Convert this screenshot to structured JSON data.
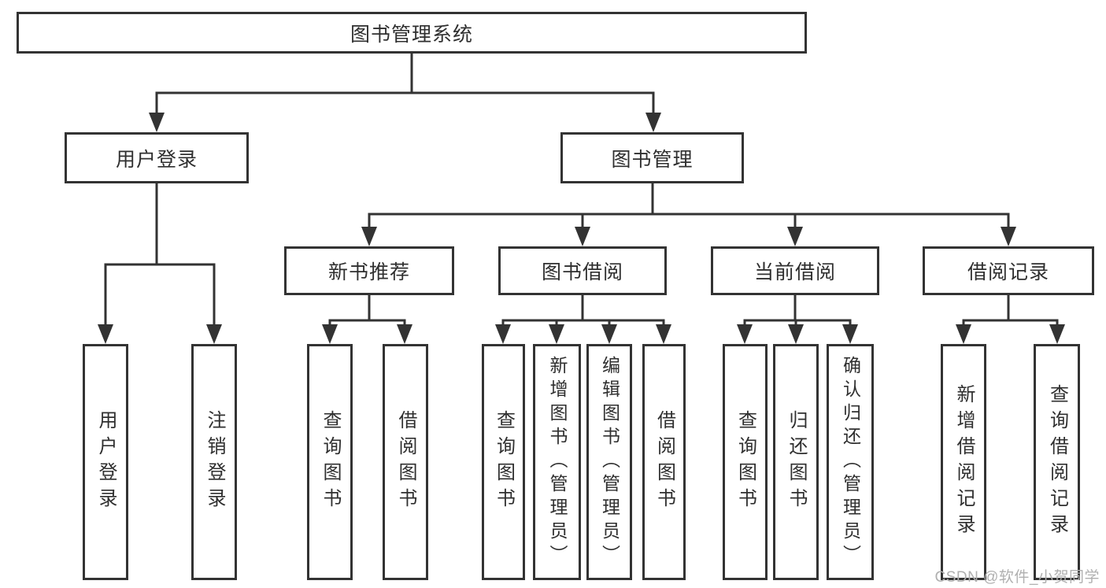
{
  "diagram": {
    "root": {
      "label": "图书管理系统"
    },
    "level2": [
      {
        "label": "用户登录"
      },
      {
        "label": "图书管理"
      }
    ],
    "level3": [
      {
        "label": "新书推荐"
      },
      {
        "label": "图书借阅"
      },
      {
        "label": "当前借阅"
      },
      {
        "label": "借阅记录"
      }
    ],
    "leaves": [
      {
        "label": "用户登录"
      },
      {
        "label": "注销登录"
      },
      {
        "label": "查询图书"
      },
      {
        "label": "借阅图书"
      },
      {
        "label": "查询图书"
      },
      {
        "label": "新增图书（管理员）"
      },
      {
        "label": "编辑图书（管理员）"
      },
      {
        "label": "借阅图书"
      },
      {
        "label": "查询图书"
      },
      {
        "label": "归还图书"
      },
      {
        "label": "确认归还（管理员）"
      },
      {
        "label": "新增借阅记录"
      },
      {
        "label": "查询借阅记录"
      }
    ]
  },
  "watermark": {
    "text": "CSDN @软件_小贺同学"
  },
  "colors": {
    "line": "#333333",
    "box_border": "#333333",
    "text": "#2f2f2f",
    "watermark": "#b0b0b0",
    "background": "#ffffff"
  }
}
